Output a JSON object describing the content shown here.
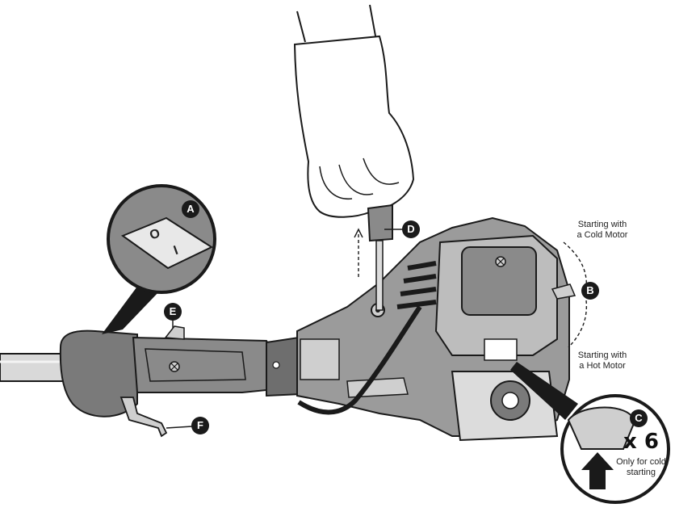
{
  "labels": {
    "a": "A",
    "b": "B",
    "c": "C",
    "d": "D",
    "e": "E",
    "f": "F"
  },
  "switch": {
    "on_mark": "O",
    "off_mark": "I"
  },
  "choke": {
    "cold_line1": "Starting with",
    "cold_line2": "a Cold Motor",
    "hot_line1": "Starting with",
    "hot_line2": "a Hot Motor"
  },
  "primer": {
    "count": "x 6",
    "note_line1": "Only for cold",
    "note_line2": "starting"
  },
  "colors": {
    "outline": "#1a1a1a",
    "body_dark": "#7a7a7a",
    "body_mid": "#9b9b9b",
    "body_light": "#bdbdbd",
    "badge": "#1a1a1a"
  }
}
